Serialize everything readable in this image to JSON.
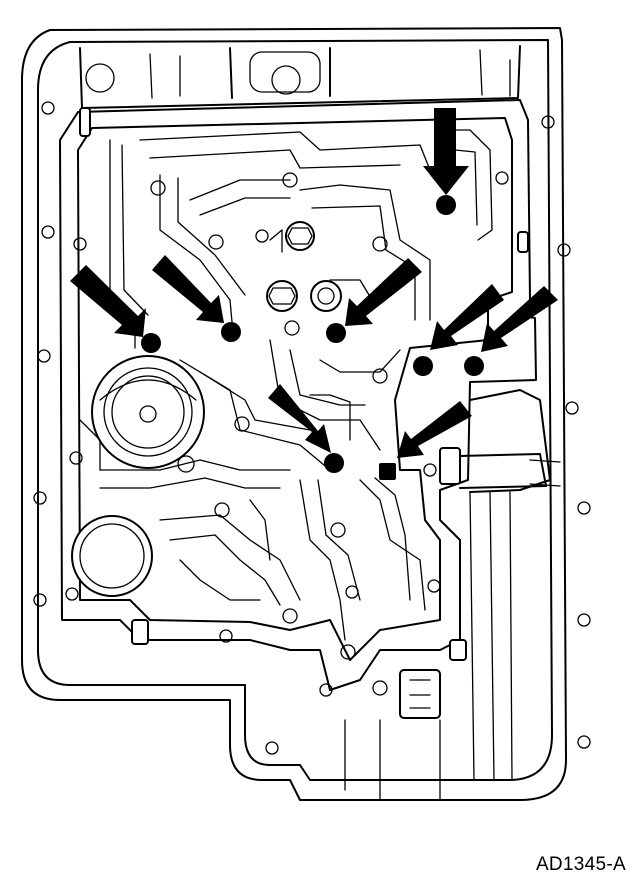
{
  "figure_code": "AD1345-A",
  "colors": {
    "line": "#000000",
    "background": "#ffffff"
  },
  "check_balls": [
    {
      "id": 1,
      "shape": "round"
    },
    {
      "id": 2,
      "shape": "round"
    },
    {
      "id": 3,
      "shape": "round"
    },
    {
      "id": 4,
      "shape": "round"
    },
    {
      "id": 5,
      "shape": "round"
    },
    {
      "id": 6,
      "shape": "round"
    },
    {
      "id": 7,
      "shape": "round"
    },
    {
      "id": 8,
      "shape": "square"
    }
  ]
}
